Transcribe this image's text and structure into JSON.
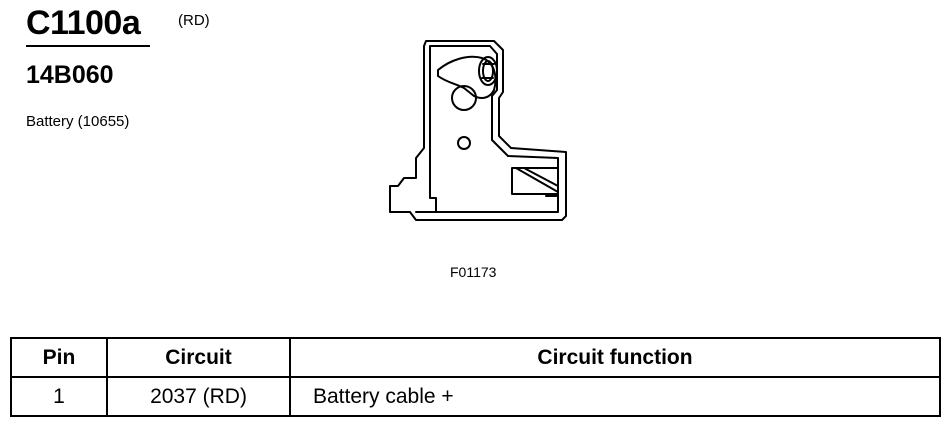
{
  "header": {
    "connector_id": "C1100a",
    "color_code": "(RD)",
    "part_number": "14B060",
    "component_name": "Battery (10655)"
  },
  "figure": {
    "figure_id": "F01173"
  },
  "pin_table": {
    "columns": [
      "Pin",
      "Circuit",
      "Circuit function"
    ],
    "rows": [
      {
        "pin": "1",
        "circuit": "2037 (RD)",
        "function": "Battery cable +"
      }
    ]
  }
}
